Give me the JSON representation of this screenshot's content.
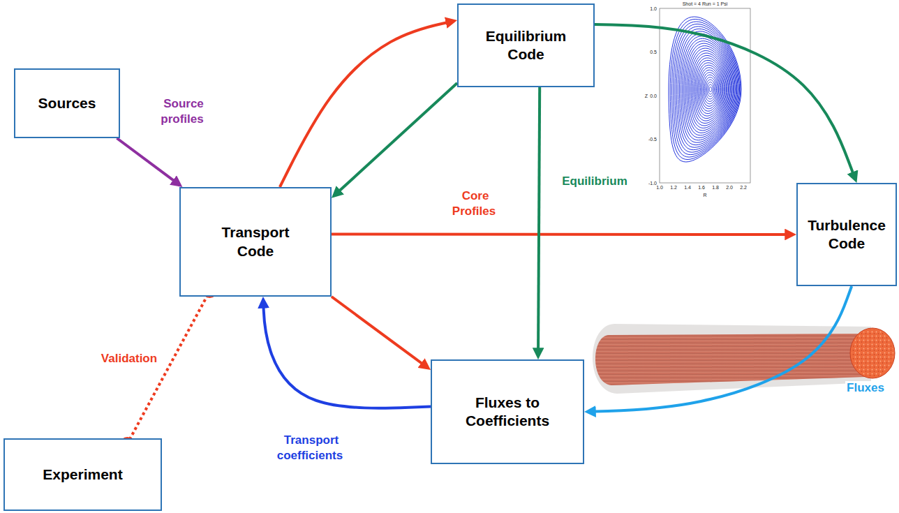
{
  "diagram": {
    "nodes": [
      {
        "text": [
          "Sources"
        ]
      },
      {
        "text": [
          "Equilibrium Code"
        ]
      },
      {
        "text": [
          "Transport Code"
        ]
      },
      {
        "text": [
          "Turbulence Code"
        ]
      },
      {
        "text": [
          "Fluxes to Coefficients"
        ]
      },
      {
        "text": [
          "Experiment"
        ]
      }
    ],
    "edges": [
      {
        "from": 0,
        "to": 2,
        "arrow": "to",
        "label": "Source profiles"
      },
      {
        "from": 2,
        "to": 1,
        "arrow": "to"
      },
      {
        "from": 1,
        "to": 2,
        "arrow": "to"
      },
      {
        "from": 1,
        "to": 3,
        "arrow": "to"
      },
      {
        "from": 2,
        "to": 3,
        "arrow": "to",
        "label": "Core Profiles"
      },
      {
        "from": 1,
        "to": 4,
        "arrow": "to",
        "label": "Equilibrium"
      },
      {
        "from": 2,
        "to": 4,
        "arrow": "to"
      },
      {
        "from": 3,
        "to": 4,
        "arrow": "to",
        "label": "Fluxes"
      },
      {
        "from": 4,
        "to": 2,
        "arrow": "to",
        "label": "Transport coefficients"
      },
      {
        "from": 5,
        "to": 2,
        "arrow": "none",
        "label": "Validation"
      }
    ],
    "labels": [
      "Shot = 4 Run = 1 Psi",
      "1.0",
      "0.5",
      "0.0",
      "-0.5",
      "-1.0",
      "1.0",
      "1.2",
      "1.4",
      "1.6",
      "1.8",
      "2.0",
      "2.2",
      "Z",
      "R"
    ]
  }
}
